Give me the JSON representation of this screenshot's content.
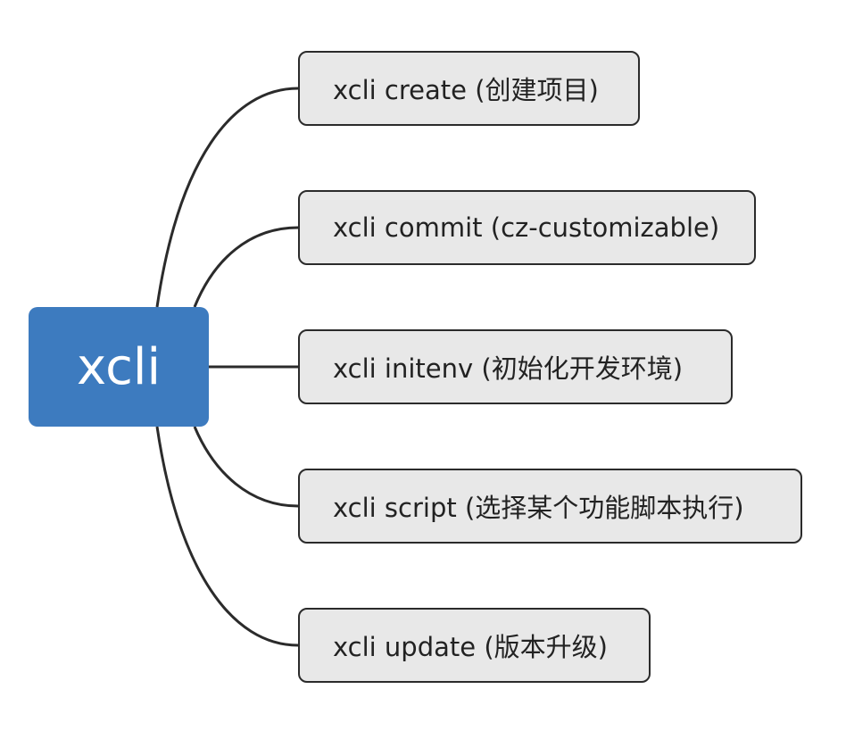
{
  "root": {
    "label": "xcli"
  },
  "children": [
    {
      "label": "xcli create (创建项目)"
    },
    {
      "label": "xcli commit (cz-customizable)"
    },
    {
      "label": "xcli initenv (初始化开发环境)"
    },
    {
      "label": "xcli script (选择某个功能脚本执行)"
    },
    {
      "label": "xcli update (版本升级)"
    }
  ],
  "colors": {
    "root_fill": "#3d7bbf",
    "root_text": "#ffffff",
    "child_fill": "#e8e8e8",
    "child_border": "#2b2b2b",
    "connector": "#2b2b2b"
  }
}
